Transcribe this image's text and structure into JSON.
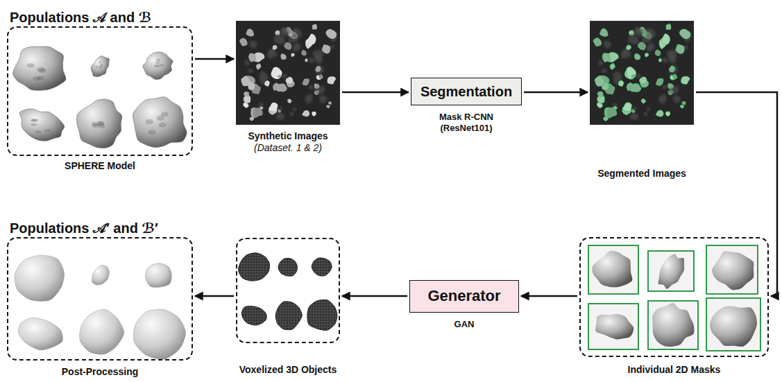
{
  "diagram": {
    "nodes": [
      {
        "text": [
          "Populations 𝒜 and ℬ",
          "SPHERE Model"
        ]
      },
      {
        "text": [
          "Synthetic Images",
          "(Dataset. 1 & 2)"
        ]
      },
      {
        "text": [
          "Segmentation",
          "Mask R-CNN (ResNet101)"
        ]
      },
      {
        "text": [
          "Segmented Images"
        ]
      },
      {
        "text": [
          "Individual 2D Masks"
        ]
      },
      {
        "text": [
          "Generator",
          "GAN"
        ]
      },
      {
        "text": [
          "Voxelized 3D Objects"
        ]
      },
      {
        "text": [
          "Populations 𝒜′ and ℬ′",
          "Post-Processing"
        ]
      }
    ],
    "edges": [
      {
        "from": 0,
        "to": 1,
        "arrow": "to"
      },
      {
        "from": 1,
        "to": 2,
        "arrow": "to"
      },
      {
        "from": 2,
        "to": 3,
        "arrow": "to"
      },
      {
        "from": 3,
        "to": 4,
        "arrow": "to"
      },
      {
        "from": 4,
        "to": 5,
        "arrow": "to"
      },
      {
        "from": 5,
        "to": 6,
        "arrow": "to"
      },
      {
        "from": 6,
        "to": 7,
        "arrow": "to"
      }
    ]
  }
}
